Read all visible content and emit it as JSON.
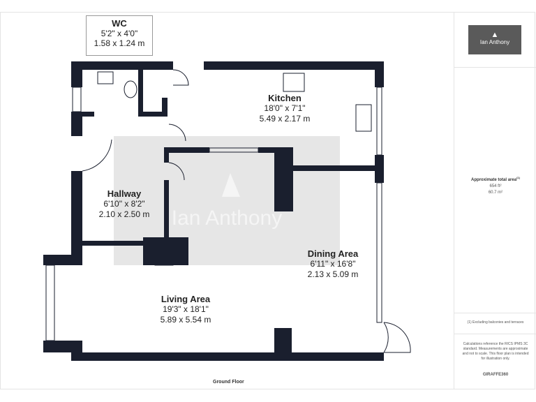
{
  "brand": {
    "name": "Ian Anthony",
    "watermark": "Ian Anthony",
    "color": "#5a5a5a"
  },
  "rooms": [
    {
      "name": "WC",
      "imperial": "5'2\" x 4'0\"",
      "metric": "1.58 x 1.24 m"
    },
    {
      "name": "Kitchen",
      "imperial": "18'0\" x 7'1\"",
      "metric": "5.49 x 2.17 m"
    },
    {
      "name": "Hallway",
      "imperial": "6'10\" x 8'2\"",
      "metric": "2.10 x 2.50 m"
    },
    {
      "name": "Dining Area",
      "imperial": "6'11\" x 16'8\"",
      "metric": "2.13 x 5.09 m"
    },
    {
      "name": "Living Area",
      "imperial": "19'3\" x 18'1\"",
      "metric": "5.89 x 5.54 m"
    }
  ],
  "floor_label": "Ground Floor",
  "area": {
    "title": "Approximate total area",
    "footnote_mark": "(1)",
    "sqft": "654 ft²",
    "sqm": "60.7 m²"
  },
  "footnote": "(1) Excluding balconies and terraces",
  "disclaimer": "Calculations reference the RICS IPMS 3C standard. Measurements are approximate and not to scale. This floor plan is intended for illustration only.",
  "credit": "GIRAFFE360",
  "colors": {
    "wall": "#1a1f2e",
    "watermark_bg": "#e6e6e6"
  }
}
